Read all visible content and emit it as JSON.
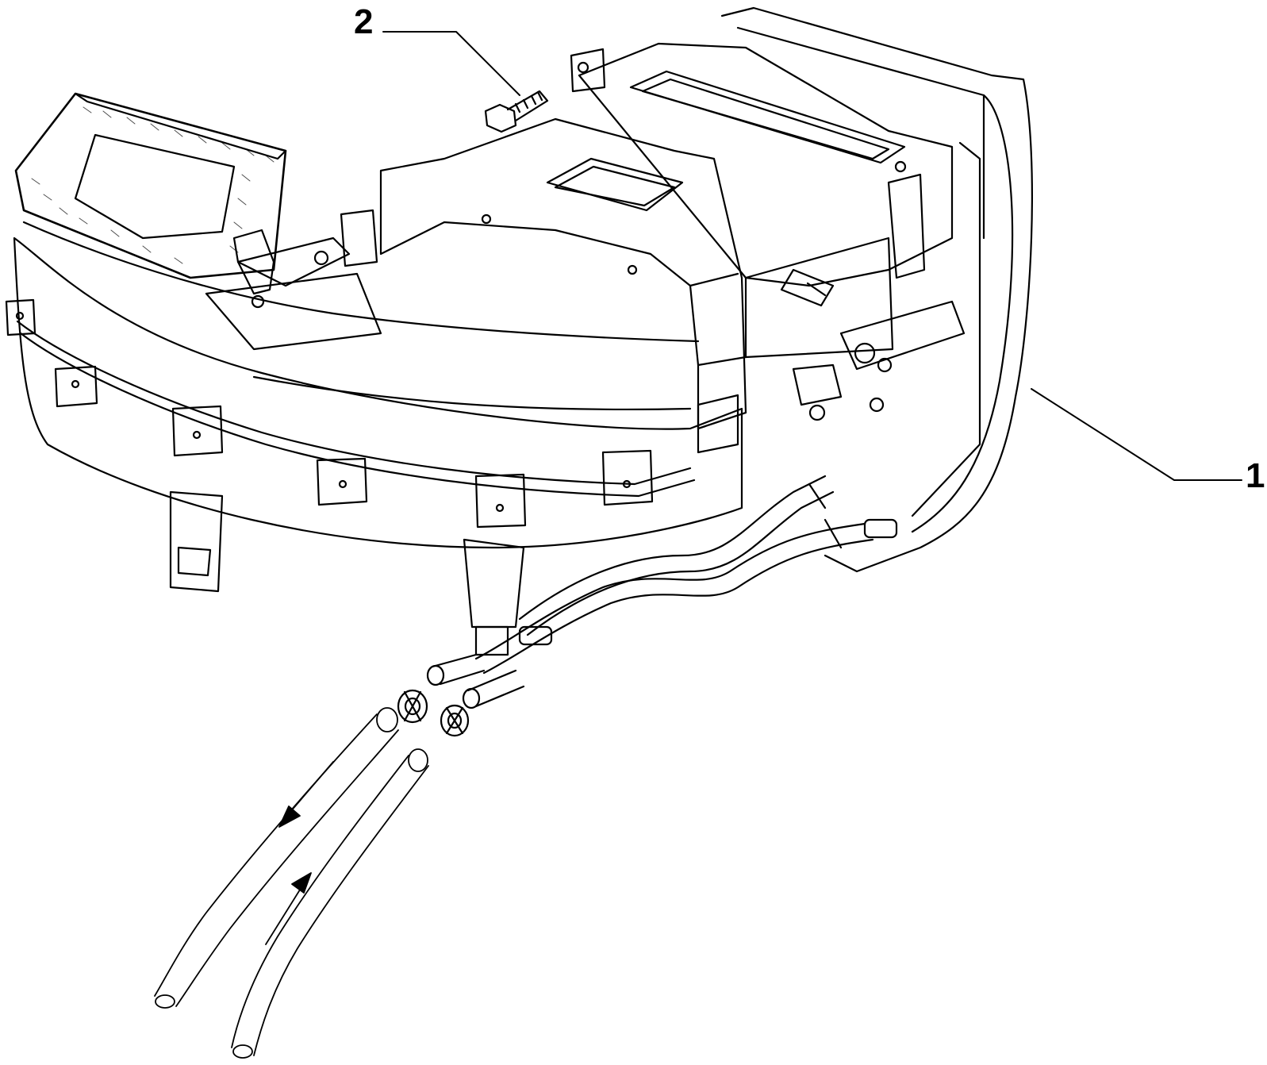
{
  "diagram": {
    "type": "exploded parts drawing",
    "callouts": [
      {
        "label": "2"
      },
      {
        "label": "1"
      }
    ],
    "colors": {
      "line": "#000000",
      "background": "#ffffff"
    }
  }
}
